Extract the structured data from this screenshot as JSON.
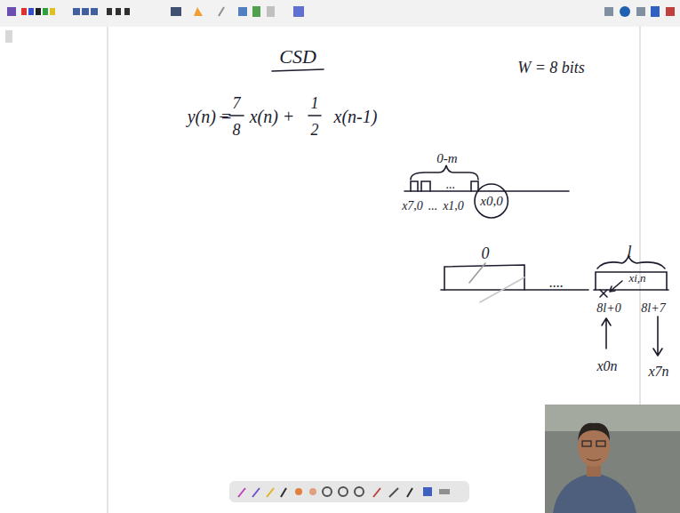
{
  "diagram": {
    "nodes": [
      {
        "text": [
          "x0,0"
        ]
      }
    ],
    "labels": [
      "CSD",
      "y(n) =",
      "−",
      "7",
      "8",
      "x(n) +",
      "1",
      "2",
      "x(n-1)",
      "W = 8 bits",
      "0-m",
      "...",
      "x7,0",
      "...",
      "x1,0",
      "0",
      "....",
      "l",
      "xi,n",
      "8l+0",
      "8l+7",
      "x0n",
      "x7n"
    ]
  }
}
